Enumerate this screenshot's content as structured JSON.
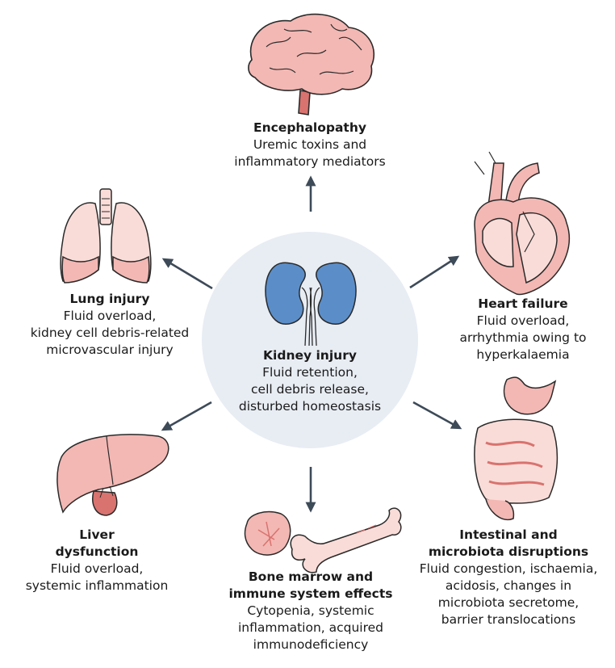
{
  "center": {
    "title": "Kidney injury",
    "lines": [
      "Fluid retention,",
      "cell debris release,",
      "disturbed homeostasis"
    ]
  },
  "organs": [
    {
      "id": "brain",
      "icon": "brain-icon",
      "title_lines": [
        "Encephalopathy"
      ],
      "lines": [
        "Uremic toxins and",
        "inflammatory mediators"
      ]
    },
    {
      "id": "heart",
      "icon": "heart-icon",
      "title_lines": [
        "Heart failure"
      ],
      "lines": [
        "Fluid overload,",
        "arrhythmia owing to",
        "hyperkalaemia"
      ]
    },
    {
      "id": "intestine",
      "icon": "intestine-icon",
      "title_lines": [
        "Intestinal and",
        "microbiota disruptions"
      ],
      "lines": [
        "Fluid congestion, ischaemia,",
        "acidosis, changes in",
        "microbiota secretome,",
        "barrier translocations"
      ]
    },
    {
      "id": "bone",
      "icon": "bone-marrow-icon",
      "title_lines": [
        "Bone marrow and",
        "immune system effects"
      ],
      "lines": [
        "Cytopenia, systemic",
        "inflammation,  acquired",
        "immunodeficiency"
      ]
    },
    {
      "id": "liver",
      "icon": "liver-icon",
      "title_lines": [
        "Liver",
        "dysfunction"
      ],
      "lines": [
        "Fluid overload,",
        "systemic inflammation"
      ]
    },
    {
      "id": "lung",
      "icon": "lungs-icon",
      "title_lines": [
        "Lung injury"
      ],
      "lines": [
        "Fluid overload,",
        "kidney cell debris-related",
        "microvascular injury"
      ]
    }
  ],
  "colors": {
    "center_circle": "#e8edf4",
    "arrow": "#3d4a58",
    "kidney": "#5b8ec9",
    "organ_fill": "#f3b8b4",
    "organ_light": "#f9dcd8",
    "organ_dark": "#d9736f",
    "outline": "#2a2a2a"
  }
}
